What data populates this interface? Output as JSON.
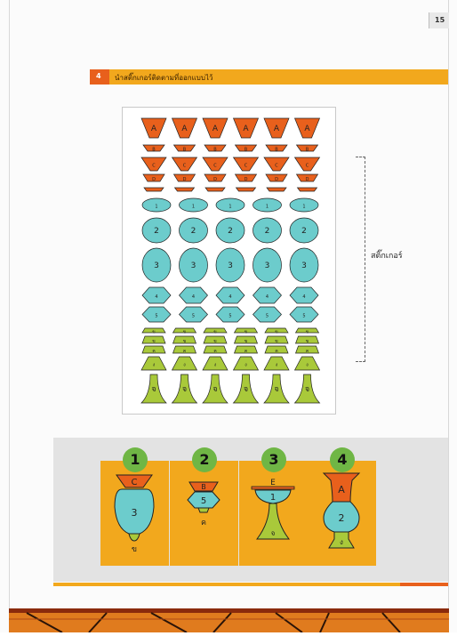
{
  "page": {
    "number": "15"
  },
  "step": {
    "number": "4",
    "instruction": "นำสติ๊กเกอร์ติดตามที่ออกแบบไว้"
  },
  "sheet": {
    "label": "สติ๊กเกอร์",
    "row_codes": [
      "A",
      "B",
      "C",
      "D",
      "",
      "1",
      "2",
      "3",
      "4",
      "5",
      "ข",
      "ข",
      "ค",
      "ง",
      "จ"
    ]
  },
  "examples": [
    {
      "number": "1",
      "labels": [
        "C",
        "3",
        "ข"
      ]
    },
    {
      "number": "2",
      "labels": [
        "B",
        "5",
        "ค"
      ]
    },
    {
      "number": "3",
      "labels": [
        "E",
        "1",
        "จ"
      ]
    },
    {
      "number": "4",
      "labels": [
        "A",
        "2",
        "ง"
      ]
    }
  ],
  "colors": {
    "orange": "#e8601c",
    "yellow": "#f2a81d",
    "teal": "#6ccccc",
    "lime": "#a9c93a",
    "green": "#6fb645"
  }
}
